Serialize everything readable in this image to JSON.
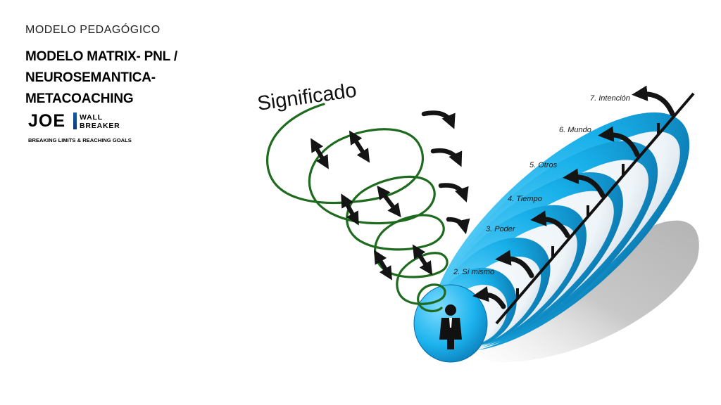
{
  "header": {
    "eyebrow": "MODELO PEDAGÓGICO",
    "title": "MODELO MATRIX- PNL / NEUROSEMANTICA-METACOACHING"
  },
  "logo": {
    "name": "JOE",
    "line1": "WALL",
    "line2": "BREAKER",
    "tagline": "BREAKING LIMITS & REACHING GOALS"
  },
  "diagram": {
    "spiral_label": "Significado",
    "levels": [
      "2. Sí mismo",
      "3. Poder",
      "4. Tiempo",
      "5. Otros",
      "6. Mundo",
      "7. Intención"
    ],
    "center_icon": "person-in-suit-icon",
    "colors": {
      "spiral": "#1e6a1e",
      "cone_cyan": "#14aee8",
      "cone_dark": "#0a6fa6",
      "arrow": "#141414",
      "shadow": "#bdbdbd"
    }
  }
}
